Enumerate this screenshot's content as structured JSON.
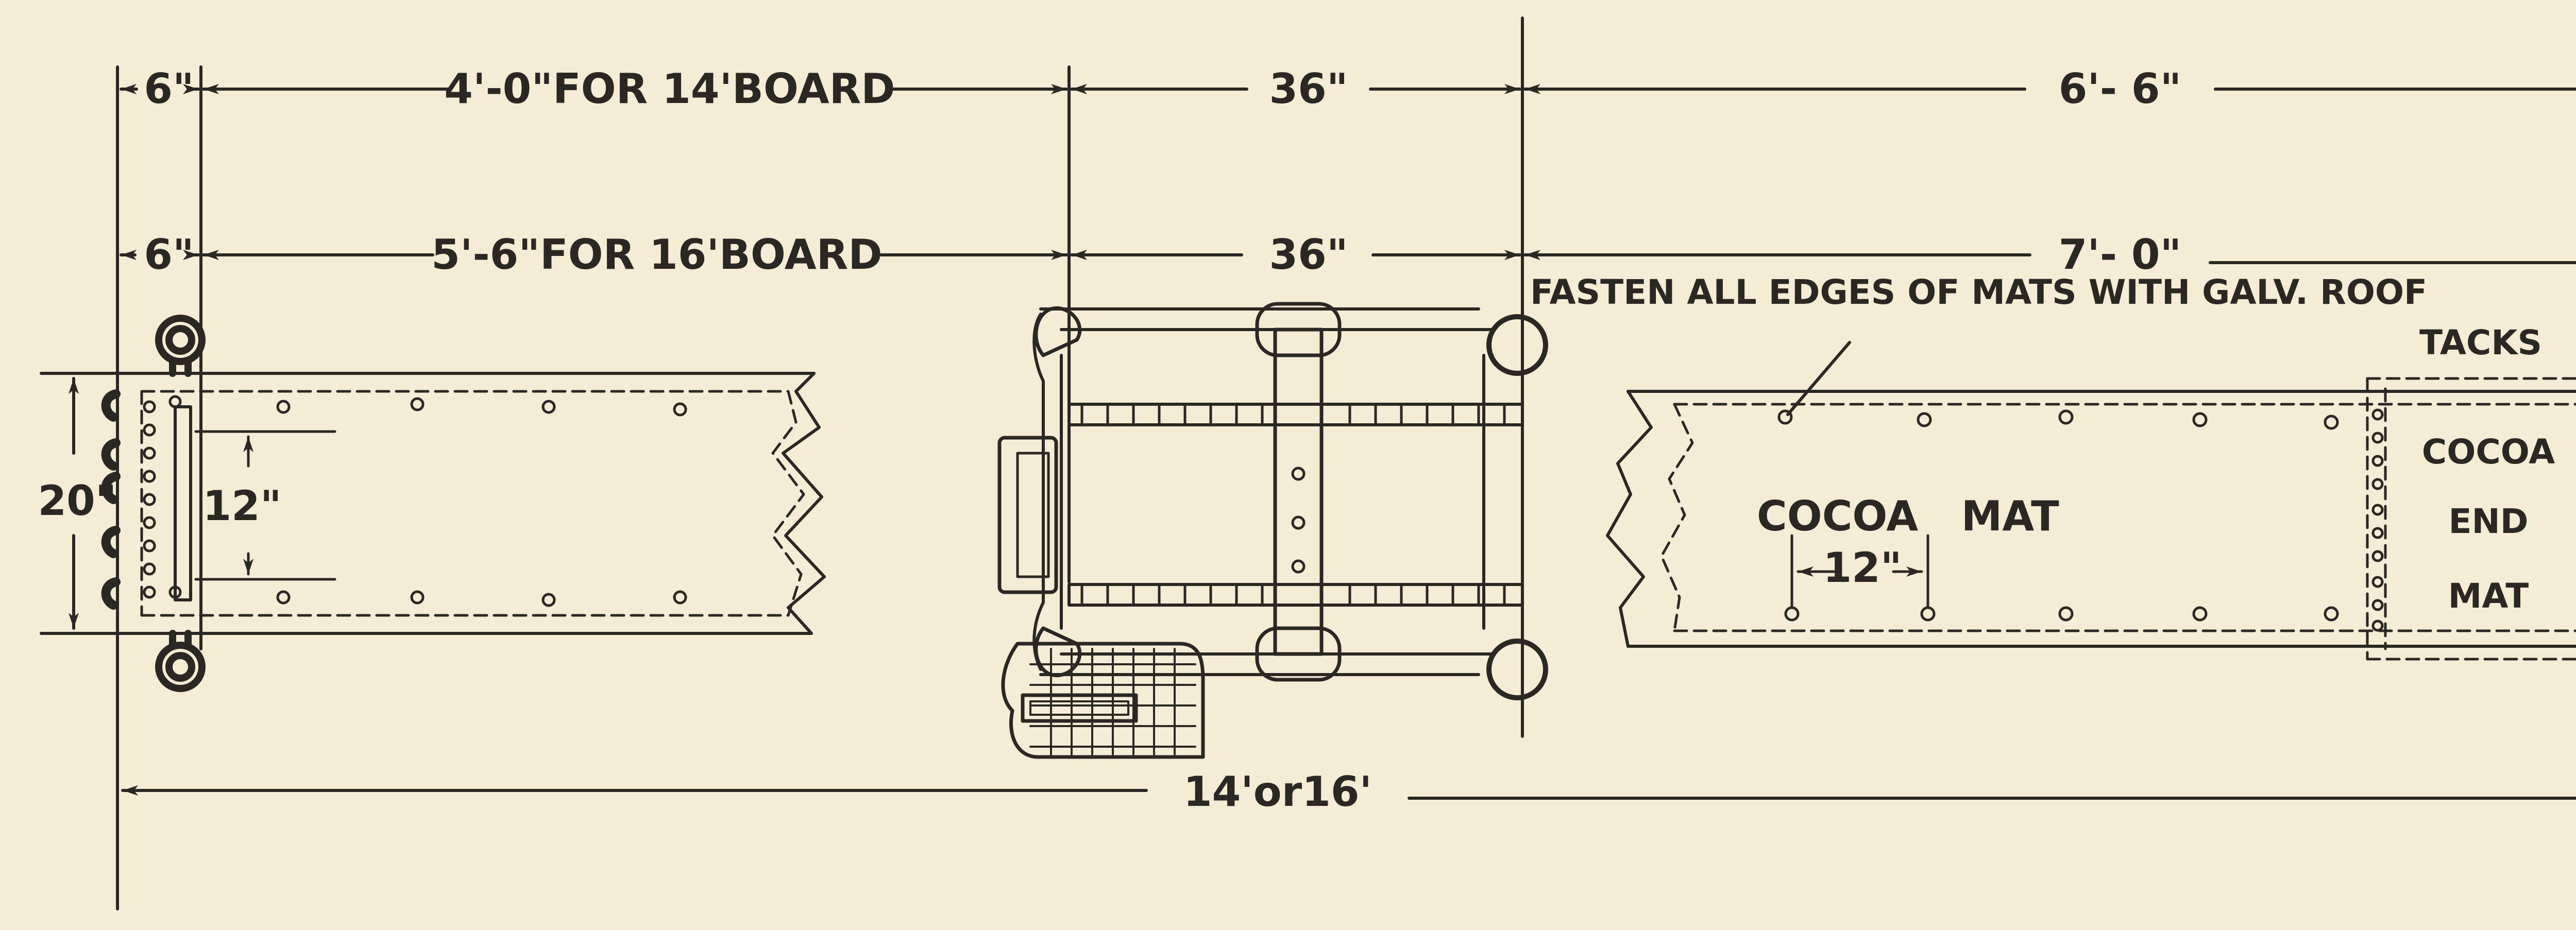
{
  "drawing": {
    "ink_color": "#2b2723",
    "paper_color": "#f4ecd4",
    "dims_row1": {
      "left_offset": "6\"",
      "board_section": "4'-0\"FOR 14'BOARD",
      "middle": "36\"",
      "right": "6'- 6\""
    },
    "dims_row2": {
      "left_offset": "6\"",
      "board_section": "5'-6\"FOR 16'BOARD",
      "middle": "36\"",
      "right": "7'- 0\""
    },
    "note_fasten": "FASTEN ALL EDGES OF MATS WITH GALV. ROOF",
    "note_tacks": "TACKS",
    "width_dim": "20\"",
    "bolt_spacing": "12\"",
    "mat_label": "COCOA   MAT",
    "tack_spacing": "12\"",
    "end_mat_lines": [
      "COCOA",
      "END",
      "MAT"
    ],
    "overall_length": "14'or16'"
  }
}
